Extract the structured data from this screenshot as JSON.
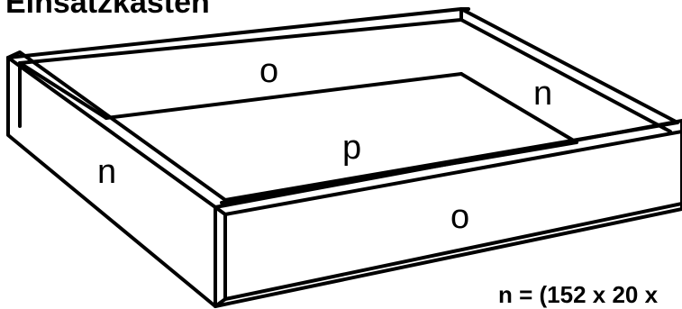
{
  "title": "Einsatzkasten",
  "labels": {
    "back_panel": "o",
    "right_panel": "n",
    "bottom_panel": "p",
    "left_panel": "n",
    "front_panel": "o"
  },
  "formula": "n = (152 x 20 x"
}
